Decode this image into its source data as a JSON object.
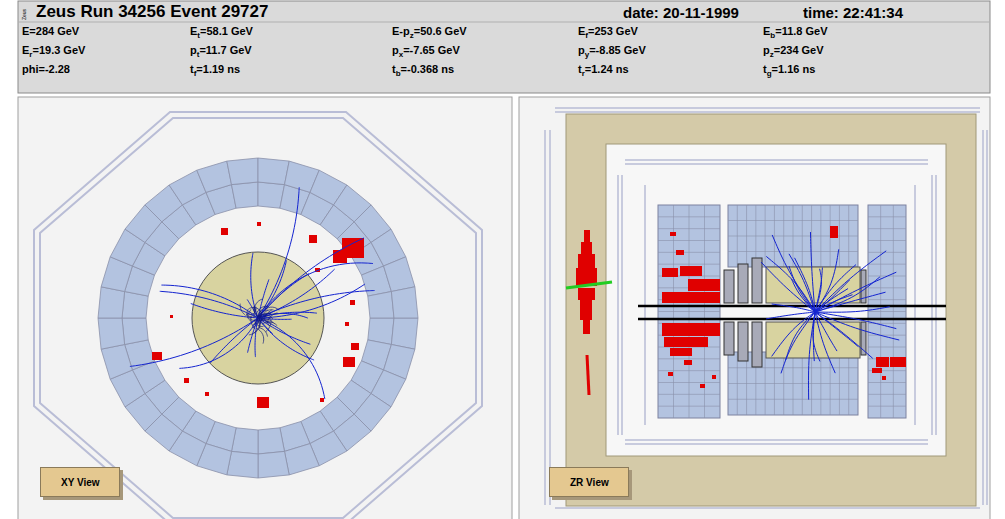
{
  "diagram": {
    "title": "Zeus Run 34256 Event 29727",
    "nodes": [
      {
        "text": [
          "XY View"
        ]
      },
      {
        "text": [
          "ZR View"
        ]
      }
    ],
    "labels": [
      "Zeus",
      "date: 20-11-1999",
      "time: 22:41:34",
      "E=284 GeV",
      "Et=58.1 GeV",
      "E-pz=50.6 GeV",
      "Ef=253 GeV",
      "Eb=11.8 GeV",
      "Er=19.3 GeV",
      "pt=11.7 GeV",
      "px=-7.65 GeV",
      "py=-8.85 GeV",
      "pz=234 GeV",
      "phi=-2.28",
      "tf=1.19 ns",
      "tb=-0.368 ns",
      "tr=1.24 ns",
      "tg=1.16 ns"
    ]
  }
}
